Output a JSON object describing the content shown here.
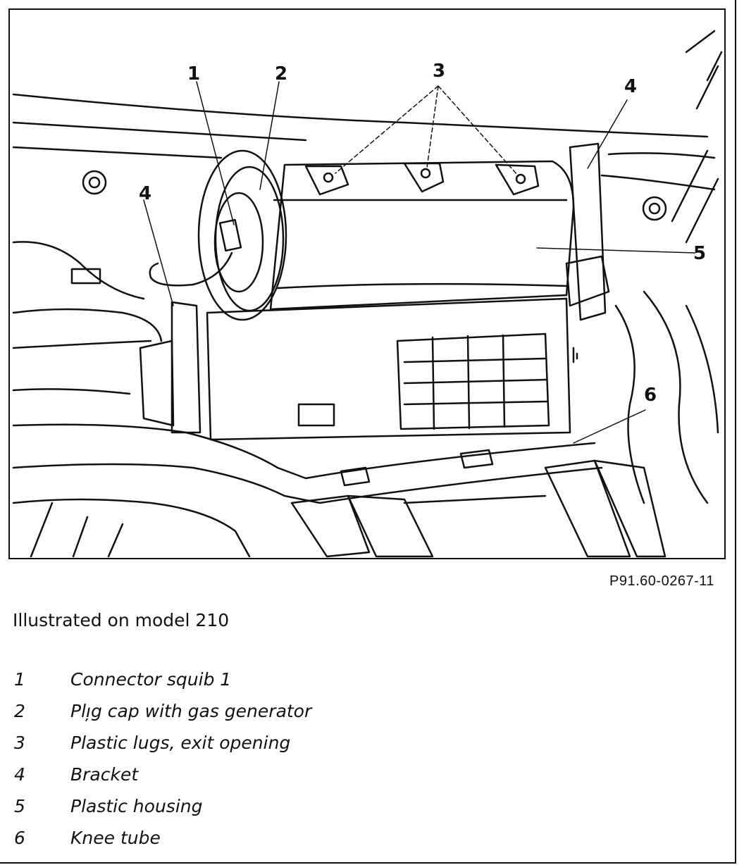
{
  "figure": {
    "callouts": [
      {
        "id": "1",
        "label": "1"
      },
      {
        "id": "2",
        "label": "2"
      },
      {
        "id": "3",
        "label": "3"
      },
      {
        "id": "4a",
        "label": "4"
      },
      {
        "id": "4b",
        "label": "4"
      },
      {
        "id": "5",
        "label": "5"
      },
      {
        "id": "6",
        "label": "6"
      }
    ],
    "figure_id": "P91.60-0267-11"
  },
  "caption": "Illustrated on model 210",
  "legend": [
    {
      "number": "1",
      "text": "Connector squib 1"
    },
    {
      "number": "2",
      "text": "Plı̦g cap with gas generator"
    },
    {
      "number": "3",
      "text": "Plastic lugs, exit opening"
    },
    {
      "number": "4",
      "text": "Bracket"
    },
    {
      "number": "5",
      "text": "Plastic housing"
    },
    {
      "number": "6",
      "text": "Knee tube"
    }
  ]
}
